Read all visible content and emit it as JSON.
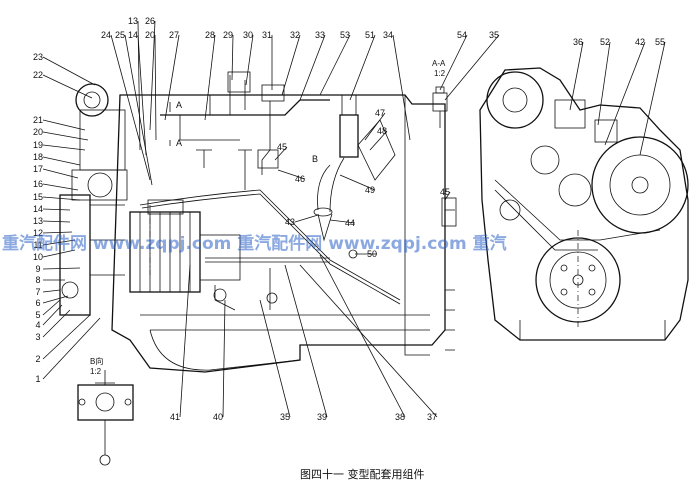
{
  "caption": "图四十一  变型配套用组件",
  "section_aa": {
    "label": "A-A",
    "scale": "1:2"
  },
  "view_b": {
    "label": "B向",
    "scale": "1:2"
  },
  "section_marks": [
    "A",
    "A",
    "B"
  ],
  "watermark": "重汽配件网 www.zqpj.com 重汽配件网 www.zqpj.com 重汽",
  "parts": {
    "left": [
      "23",
      "22",
      "21",
      "20",
      "19",
      "18",
      "17",
      "16",
      "15",
      "14",
      "13",
      "12",
      "11",
      "10",
      "9",
      "8",
      "7",
      "6",
      "5",
      "4",
      "3",
      "2",
      "1"
    ],
    "top": [
      "24",
      "25",
      "13",
      "14",
      "26",
      "20",
      "27",
      "28",
      "29",
      "30",
      "31",
      "32",
      "33",
      "53",
      "51",
      "34",
      "54",
      "35",
      "36",
      "52",
      "42",
      "55"
    ],
    "middle": [
      "47",
      "48",
      "45",
      "46",
      "49",
      "43",
      "44",
      "50",
      "45"
    ],
    "bottom": [
      "41",
      "40",
      "35",
      "39",
      "38",
      "37"
    ]
  }
}
